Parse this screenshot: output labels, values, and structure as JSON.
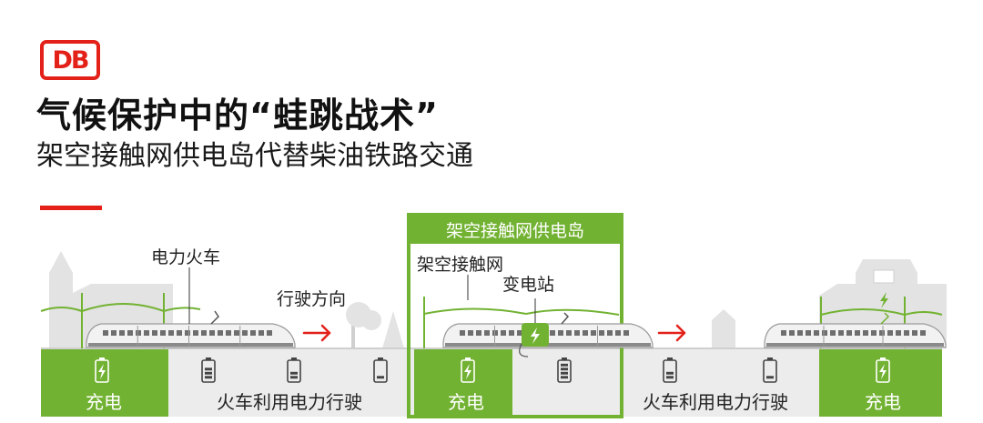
{
  "logo": {
    "text": "DB"
  },
  "title": "气候保护中的“蛙跳战术”",
  "subtitle": "架空接触网供电岛代替柴油铁路交通",
  "island": {
    "header": "架空接触网供电岛"
  },
  "labels": {
    "electric_train": "电力火车",
    "direction": "行驶方向",
    "catenary": "架空接触网",
    "substation": "变电站"
  },
  "ground": {
    "charging_left": "充电",
    "driving_left": "火车利用电力行驶",
    "charging_middle": "充电",
    "driving_right": "火车利用电力行驶",
    "charging_right": "充电"
  },
  "battery_levels": {
    "charging_left": 1.0,
    "driving_left_1": 0.85,
    "driving_left_2": 0.6,
    "driving_left_3": 0.2,
    "charging_middle": 0.7,
    "island_battery": 1.0,
    "driving_right_1": 0.6,
    "driving_right_2": 0.2,
    "charging_right": 0.8
  },
  "colors": {
    "db_red": "#e32119",
    "green": "#72b232",
    "ground_gray": "#ececec",
    "building_gray": "#e3e3e3",
    "title_dark": "#111111"
  },
  "icons": {
    "battery": "battery-icon",
    "charging": "lightning-icon",
    "direction": "arrow-right-icon"
  }
}
